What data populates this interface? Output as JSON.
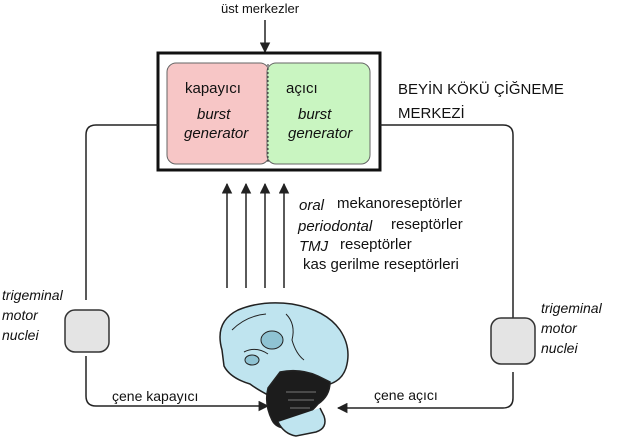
{
  "top_input": {
    "label": "üst merkezler"
  },
  "center": {
    "title_line1": "BEYİN KÖKÜ ÇİĞNEME",
    "title_line2": "MERKEZİ",
    "closer": {
      "title": "kapayıcı",
      "sub1": "burst",
      "sub2": "generator",
      "color": "#f7c6c6"
    },
    "opener": {
      "title": "açıcı",
      "sub1": "burst",
      "sub2": "generator",
      "color": "#c9f5c1"
    }
  },
  "receptors": {
    "line1_prefix": "oral",
    "line1_text": "mekanoreseptörler",
    "line2_prefix": "periodontal",
    "line2_text": "reseptörler",
    "line3_prefix": "TMJ",
    "line3_text": "reseptörler",
    "line4_text": "kas gerilme reseptörleri"
  },
  "left_nucleus": {
    "line1": "trigeminal",
    "line2": "motor",
    "line3": "nuclei"
  },
  "right_nucleus": {
    "line1": "trigeminal",
    "line2": "motor",
    "line3": "nuclei"
  },
  "bottom_labels": {
    "left": "çene kapayıcı",
    "right": "çene açıcı"
  },
  "colors": {
    "nucleus_fill": "#e4e4e4",
    "skull_fill": "#bfe4ef",
    "line": "#222222"
  }
}
